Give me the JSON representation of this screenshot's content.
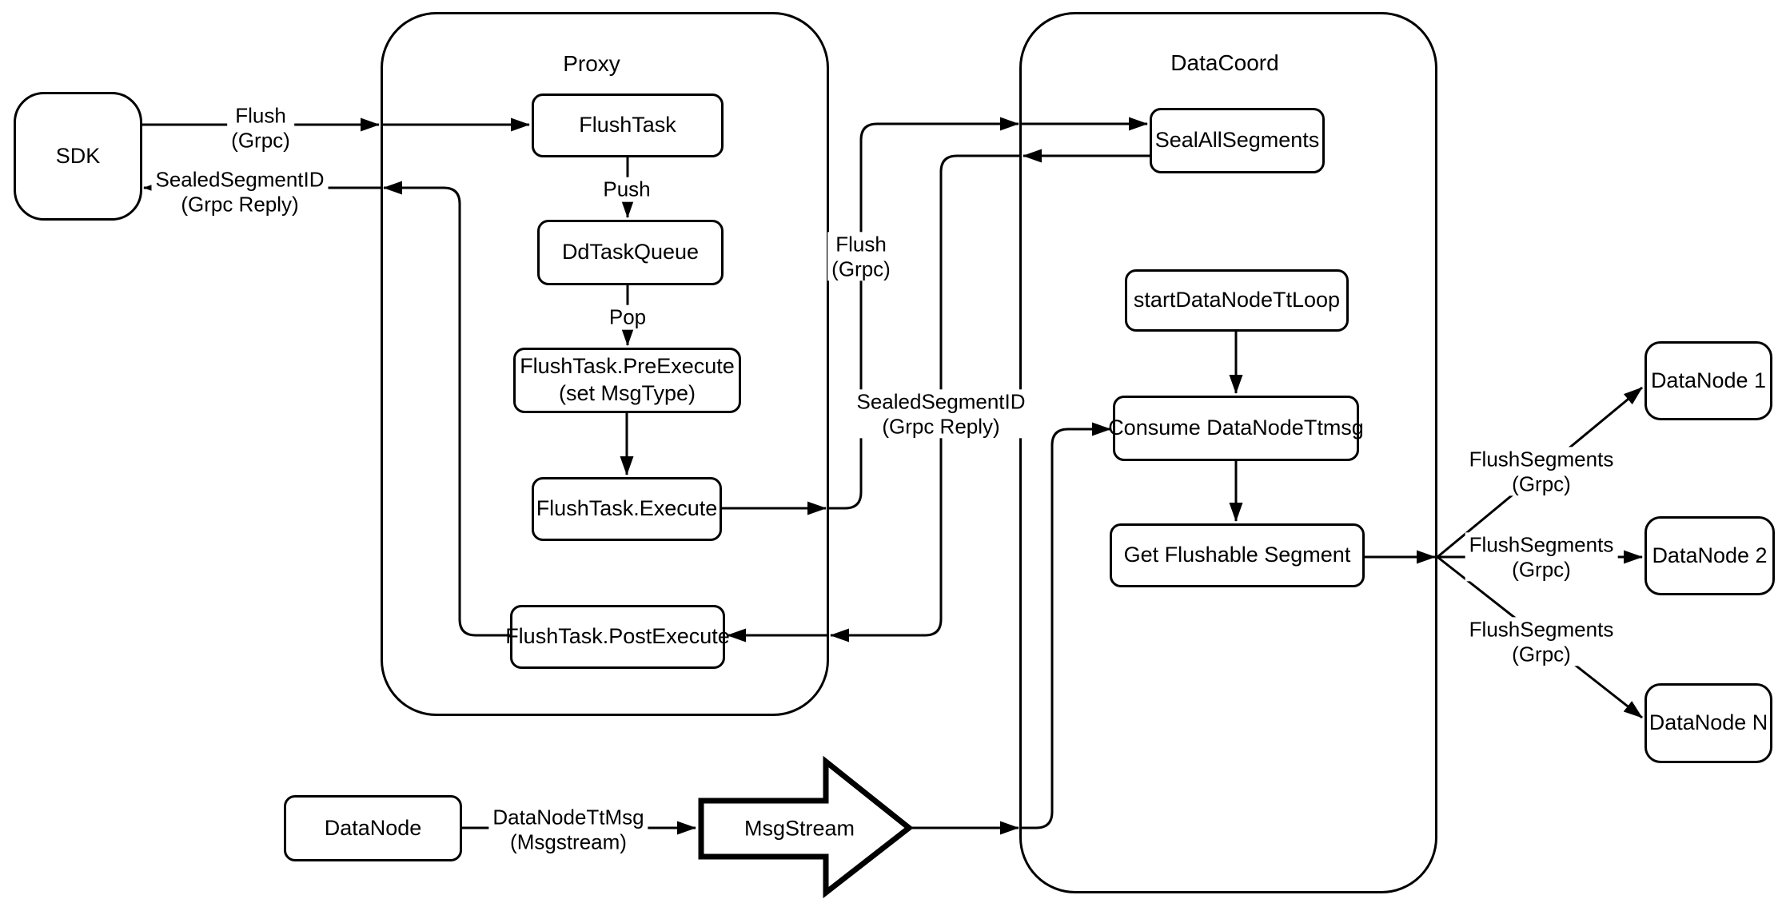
{
  "diagram": {
    "containers": {
      "proxy": {
        "label": "Proxy"
      },
      "datacoord": {
        "label": "DataCoord"
      }
    },
    "nodes": {
      "sdk": {
        "label": "SDK"
      },
      "flush_task": {
        "label": "FlushTask"
      },
      "dd_task_queue": {
        "label": "DdTaskQueue"
      },
      "pre_execute": {
        "label": "FlushTask.PreExecute",
        "label2": "(set MsgType)"
      },
      "execute": {
        "label": "FlushTask.Execute"
      },
      "post_execute": {
        "label": "FlushTask.PostExecute"
      },
      "seal_all_segments": {
        "label": "SealAllSegments"
      },
      "start_datanode_tt_loop": {
        "label": "startDataNodeTtLoop"
      },
      "consume_datanode_ttmsg": {
        "label": "Consume DataNodeTtmsg"
      },
      "get_flushable_segment": {
        "label": "Get Flushable Segment"
      },
      "datanode_1": {
        "label": "DataNode 1"
      },
      "datanode_2": {
        "label": "DataNode 2"
      },
      "datanode_n": {
        "label": "DataNode N"
      },
      "datanode_bottom": {
        "label": "DataNode"
      },
      "msgstream": {
        "label": "MsgStream"
      }
    },
    "edge_labels": {
      "flush_grpc_sdk": {
        "line1": "Flush",
        "line2": "(Grpc)"
      },
      "sealed_segment_id_sdk": {
        "line1": "SealedSegmentID",
        "line2": "(Grpc Reply)"
      },
      "push": {
        "line1": "Push"
      },
      "pop": {
        "line1": "Pop"
      },
      "flush_grpc_mid": {
        "line1": "Flush",
        "line2": "(Grpc)"
      },
      "sealed_segment_id_mid": {
        "line1": "SealedSegmentID",
        "line2": "(Grpc Reply)"
      },
      "flush_segments_1": {
        "line1": "FlushSegments",
        "line2": "(Grpc)"
      },
      "flush_segments_2": {
        "line1": "FlushSegments",
        "line2": "(Grpc)"
      },
      "flush_segments_3": {
        "line1": "FlushSegments",
        "line2": "(Grpc)"
      },
      "datanode_tt_msg": {
        "line1": "DataNodeTtMsg",
        "line2": "(Msgstream)"
      }
    },
    "colors": {
      "stroke": "#000000",
      "background": "#ffffff"
    }
  }
}
